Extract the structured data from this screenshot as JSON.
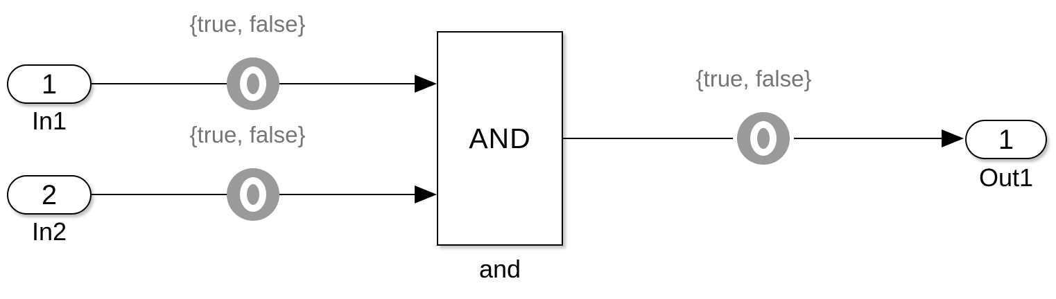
{
  "ports": {
    "in1": {
      "number": "1",
      "label": "In1"
    },
    "in2": {
      "number": "2",
      "label": "In2"
    },
    "out1": {
      "number": "1",
      "label": "Out1"
    }
  },
  "and_block": {
    "text": "AND",
    "label": "and"
  },
  "signal_annotations": {
    "in1": "{true, false}",
    "in2": "{true, false}",
    "out": "{true, false}"
  },
  "icons": {
    "observer_badge": "gray-circle-with-white-O",
    "arrowhead": "filled-right-triangle"
  },
  "colors": {
    "background": "#ffffff",
    "line": "#000000",
    "block_border": "#000000",
    "observer_badge_gray": "#9a9a9a",
    "annotation_text_gray": "#757575"
  }
}
